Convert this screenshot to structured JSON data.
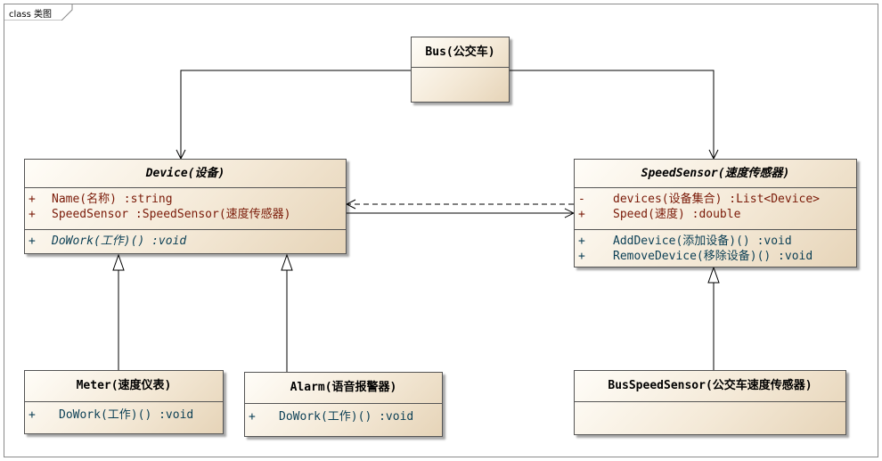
{
  "frame": {
    "label": "class 类图"
  },
  "classes": {
    "bus": {
      "name": "Bus(公交车)"
    },
    "device": {
      "name": "Device(设备)",
      "attributes": [
        {
          "vis": "+",
          "text": "Name(名称)   :string"
        },
        {
          "vis": "+",
          "text": "SpeedSensor  :SpeedSensor(速度传感器)"
        }
      ],
      "operations": [
        {
          "vis": "+",
          "text": "DoWork(工作)()  :void"
        }
      ]
    },
    "speedsensor": {
      "name": "SpeedSensor(速度传感器)",
      "attributes": [
        {
          "vis": "-",
          "text": "devices(设备集合)  :List<Device>"
        },
        {
          "vis": "+",
          "text": "Speed(速度)  :double"
        }
      ],
      "operations": [
        {
          "vis": "+",
          "text": "AddDevice(添加设备)()  :void"
        },
        {
          "vis": "+",
          "text": "RemoveDevice(移除设备)()  :void"
        }
      ]
    },
    "meter": {
      "name": "Meter(速度仪表)",
      "operations": [
        {
          "vis": "+",
          "text": "DoWork(工作)()  :void"
        }
      ]
    },
    "alarm": {
      "name": "Alarm(语音报警器)",
      "operations": [
        {
          "vis": "+",
          "text": "DoWork(工作)()  :void"
        }
      ]
    },
    "busspeedsensor": {
      "name": "BusSpeedSensor(公交车速度传感器)"
    }
  },
  "colors": {
    "attribute": "#7a1a08",
    "operation": "#0b3f55",
    "fill_start": "#fffdf8",
    "fill_end": "#e6d4b8",
    "line": "#000000"
  }
}
